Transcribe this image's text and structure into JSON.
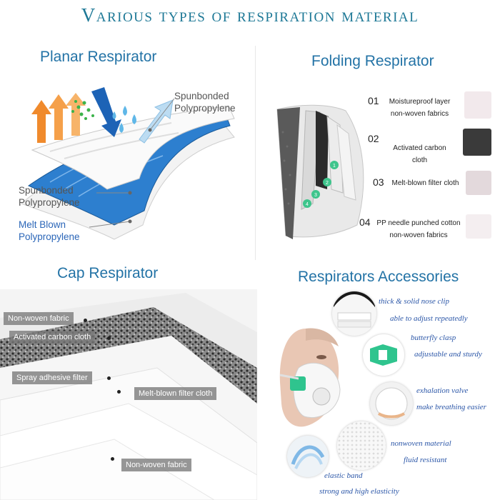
{
  "title": "Various types of respiration material",
  "planar": {
    "title": "Planar Respirator",
    "labels": {
      "spunbonded_top": [
        "Spunbonded",
        "Polypropylene"
      ],
      "spunbonded_mid": [
        "Spunbonded",
        "Polypropylene"
      ],
      "melt_blown": [
        "Melt Blown",
        "Polypropylene"
      ]
    }
  },
  "folding": {
    "title": "Folding Respirator",
    "layers": [
      {
        "num": "01",
        "lines": [
          "Moistureproof layer",
          "non-woven fabrics"
        ]
      },
      {
        "num": "02",
        "lines": [
          "Activated carbon",
          "cloth"
        ]
      },
      {
        "num": "03",
        "lines": [
          "Melt-blown filter cloth"
        ]
      },
      {
        "num": "04",
        "lines": [
          "PP needle punched cotton",
          "non-woven fabrics"
        ]
      }
    ],
    "markers": [
      "1",
      "2",
      "3",
      "4"
    ]
  },
  "cap": {
    "title": "Cap Respirator",
    "labels": [
      "Non-woven fabric",
      "Activated carbon cloth",
      "Spray adhesive filter",
      "Melt-blown filter cloth",
      "Non-woven fabric"
    ]
  },
  "accessories": {
    "title": "Respirators Accessories",
    "items": [
      {
        "icon": "nose-clip-icon",
        "lines": [
          "thick & solid nose clip",
          "able to adjust repeatedly"
        ]
      },
      {
        "icon": "butterfly-clasp-icon",
        "lines": [
          "butterfly clasp",
          "adjustable and sturdy"
        ]
      },
      {
        "icon": "exhalation-valve-icon",
        "lines": [
          "exhalation valve",
          "make breathing easier"
        ]
      },
      {
        "icon": "nonwoven-material-icon",
        "lines": [
          "nonwoven material",
          "fluid resistant"
        ]
      },
      {
        "icon": "elastic-band-icon",
        "lines": [
          "elastic band",
          "strong and high elasticity"
        ]
      }
    ]
  },
  "colors": {
    "title": "#1d7896",
    "section_title": "#2373a6",
    "melt_blown": "#2b66b8",
    "accessory_text": "#2c57a8",
    "marker": "#3ec58c",
    "clasp": "#2fc48e"
  }
}
